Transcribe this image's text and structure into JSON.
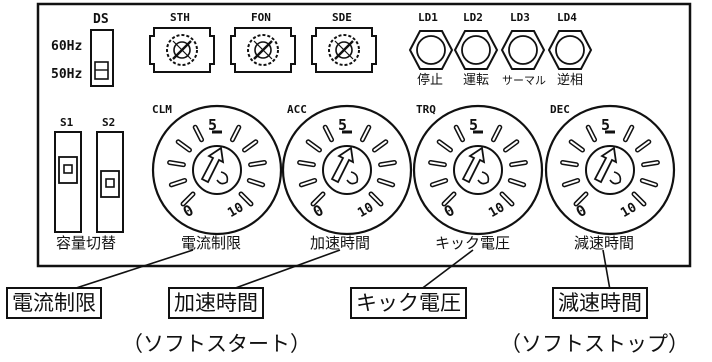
{
  "ds": {
    "title": "DS",
    "hz60": "60Hz",
    "hz50": "50Hz"
  },
  "trimmers": [
    "STH",
    "FON",
    "SDE"
  ],
  "leds": [
    {
      "id": "LD1",
      "label": "停止"
    },
    {
      "id": "LD2",
      "label": "運転"
    },
    {
      "id": "LD3",
      "label": "サーマル"
    },
    {
      "id": "LD4",
      "label": "逆相"
    }
  ],
  "switches": {
    "s1": "S1",
    "s2": "S2",
    "label": "容量切替"
  },
  "dials": [
    {
      "id": "CLM",
      "label": "電流制限",
      "min": "0",
      "mid": "5",
      "max": "10"
    },
    {
      "id": "ACC",
      "label": "加速時間",
      "min": "0",
      "mid": "5",
      "max": "10"
    },
    {
      "id": "TRQ",
      "label": "キック電圧",
      "min": "0",
      "mid": "5",
      "max": "10"
    },
    {
      "id": "DEC",
      "label": "減速時間",
      "min": "0",
      "mid": "5",
      "max": "10"
    }
  ],
  "callouts": [
    {
      "label": "電流制限",
      "note": ""
    },
    {
      "label": "加速時間",
      "note": "（ソフトスタート）"
    },
    {
      "label": "キック電圧",
      "note": ""
    },
    {
      "label": "減速時間",
      "note": "（ソフトストップ）"
    }
  ]
}
